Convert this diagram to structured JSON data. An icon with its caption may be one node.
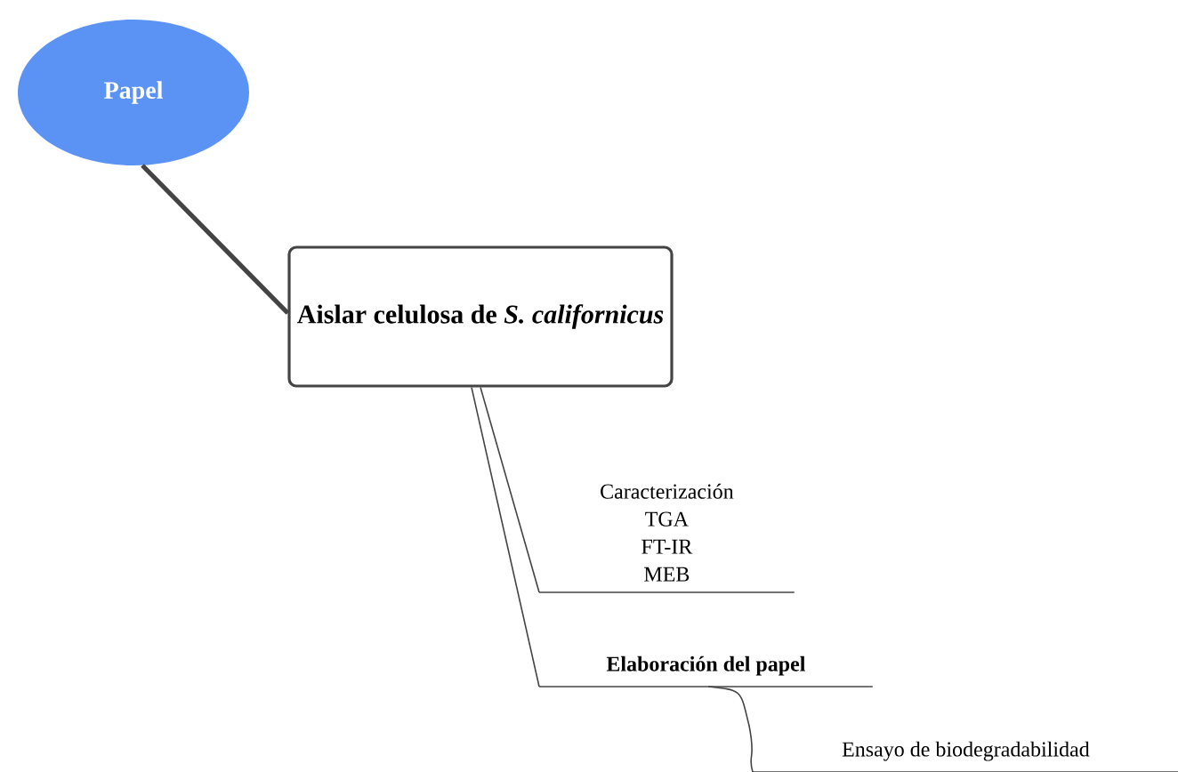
{
  "diagram": {
    "nodes": [
      {
        "text": [
          "Papel"
        ]
      },
      {
        "text": [
          "Aislar celulosa de *S. californicus*"
        ]
      },
      {
        "text": [
          "Caracterización",
          "TGA",
          "FT-IR",
          "MEB"
        ]
      },
      {
        "text": [
          "Elaboración del papel"
        ]
      },
      {
        "text": [
          "Ensayo de biodegradabilidad"
        ]
      }
    ],
    "edges": [
      {
        "from": 0,
        "to": 1,
        "arrow": "none",
        "style": "thick"
      },
      {
        "from": 1,
        "to": 2,
        "arrow": "none"
      },
      {
        "from": 1,
        "to": 3,
        "arrow": "none"
      },
      {
        "from": 3,
        "to": 4,
        "arrow": "none"
      }
    ]
  }
}
